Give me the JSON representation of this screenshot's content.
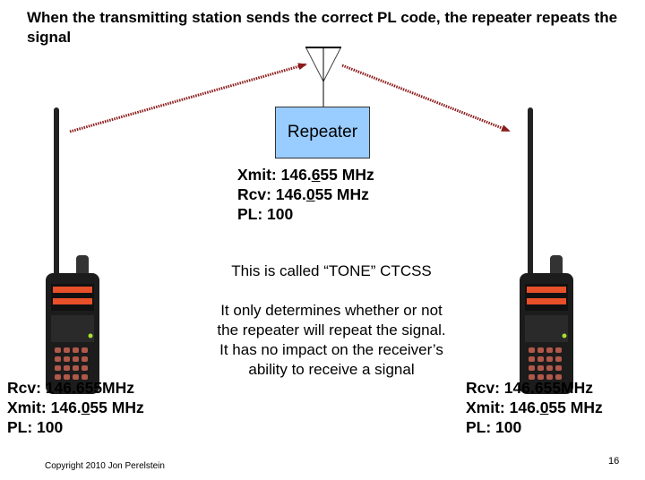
{
  "slide": {
    "title": "When the transmitting station sends the correct PL code, the repeater repeats the signal",
    "repeater_label": "Repeater",
    "repeater": {
      "xmit": [
        "Xmit: 146.",
        "6",
        "55 MHz"
      ],
      "rcv": [
        "Rcv: 146.",
        "0",
        "55 MHz"
      ],
      "pl": "PL: 100"
    },
    "left_radio": {
      "rcv": "Rcv: 146.655MHz",
      "xmit": [
        "Xmit: 146.",
        "0",
        "55 MHz"
      ],
      "pl": "PL: 100"
    },
    "right_radio": {
      "rcv": "Rcv: 146.655MHz",
      "xmit": [
        "Xmit: 146.",
        "0",
        "55 MHz"
      ],
      "pl": "PL: 100"
    },
    "explanation_heading": "This is called “TONE” CTCSS",
    "explanation_body": "It only determines whether or not the repeater will repeat the signal.  It has no impact on the receiver’s ability to receive a signal",
    "copyright": "Copyright 2010 Jon Perelstein",
    "page_number": "16",
    "colors": {
      "repeater_fill": "#99ccff",
      "arrow": "#8b1a1a"
    }
  }
}
